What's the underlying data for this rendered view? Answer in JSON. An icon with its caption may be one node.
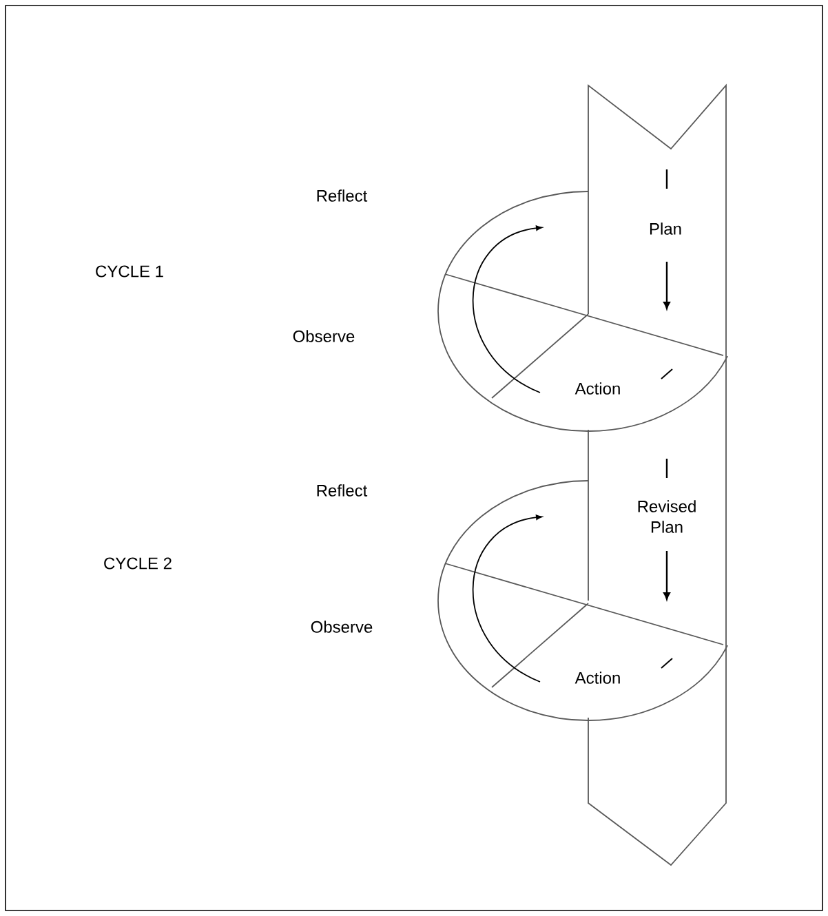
{
  "diagram": {
    "labels": [
      "Reflect",
      "Plan",
      "CYCLE 1",
      "Observe",
      "Action",
      "Reflect",
      "Revised Plan",
      "CYCLE 2",
      "Observe",
      "Action"
    ]
  }
}
